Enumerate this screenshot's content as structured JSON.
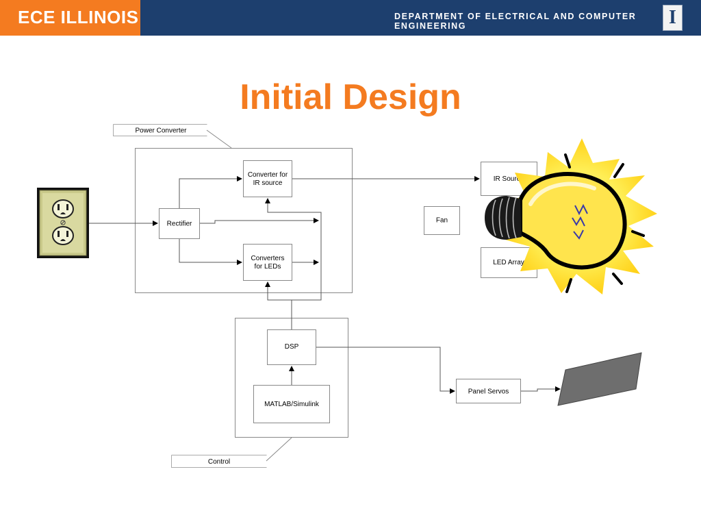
{
  "header": {
    "logo_text": "ECE ILLINOIS",
    "department": "DEPARTMENT OF ELECTRICAL AND COMPUTER ENGINEERING",
    "emblem_letter": "I"
  },
  "slide": {
    "title": "Initial Design"
  },
  "diagram": {
    "group_labels": {
      "power_converter": "Power Converter",
      "control": "Control"
    },
    "nodes": {
      "rectifier": "Rectifier",
      "converter_ir": [
        "Converter for",
        "IR source"
      ],
      "converters_leds": [
        "Converters",
        "for LEDs"
      ],
      "ir_source": "IR Source",
      "fan": "Fan",
      "led_array": "LED Array",
      "dsp": "DSP",
      "matlab": "MATLAB/Simulink",
      "panel_servos": "Panel Servos"
    },
    "icons": {
      "outlet": "power-outlet-icon",
      "bulb": "light-bulb-icon",
      "panel": "solar-panel-icon"
    }
  },
  "colors": {
    "header_bg": "#1d3f6e",
    "brand_orange": "#f47b20",
    "line": "#555555"
  }
}
